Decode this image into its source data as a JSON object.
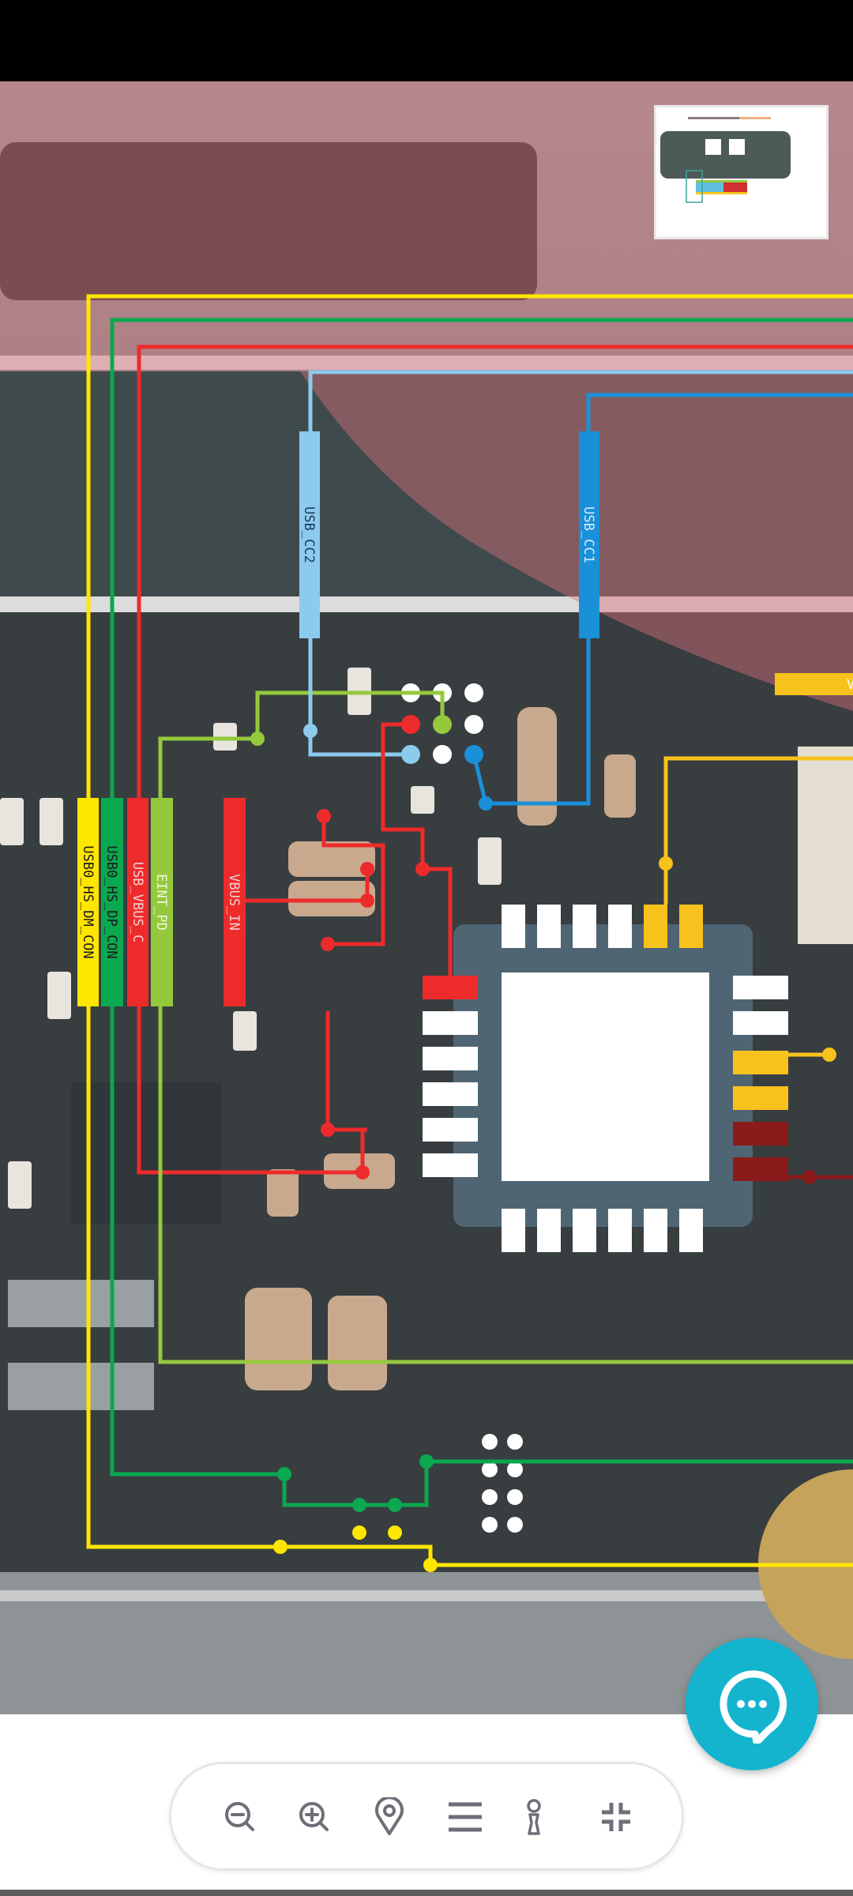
{
  "board": {
    "net_labels": [
      {
        "text": "USB0_HS_DM_CON",
        "color": "#ffe600",
        "text_color": "#1a1a1a"
      },
      {
        "text": "USB0_HS_DP_CON",
        "color": "#0aa84f",
        "text_color": "#1a1a1a"
      },
      {
        "text": "USB_VBUS_C",
        "color": "#ee2b2b",
        "text_color": "#f4d0d0"
      },
      {
        "text": "EINT_PD",
        "color": "#95c93d",
        "text_color": "#eef6dc"
      },
      {
        "text": "VBUS_IN",
        "color": "#ee2b2b",
        "text_color": "#f4d0d0"
      },
      {
        "text": "USB_CC2",
        "color": "#8ccbee",
        "text_color": "#1a3a55"
      },
      {
        "text": "USB_CC1",
        "color": "#1a90d8",
        "text_color": "#d8ecfa"
      },
      {
        "text": "V",
        "color": "#f7c21b",
        "text_color": "#ffffff"
      }
    ],
    "colors": {
      "pcb": "#383d40",
      "metal": "#8b8f92",
      "overlay": "#d9717b",
      "chip": "#4f6573"
    }
  },
  "minimap": {
    "label": "minimap"
  },
  "toolbar": {
    "buttons": [
      {
        "name": "zoom-out",
        "icon": "zoom-out-icon"
      },
      {
        "name": "zoom-in",
        "icon": "zoom-in-icon"
      },
      {
        "name": "locate",
        "icon": "map-pin-icon"
      },
      {
        "name": "menu",
        "icon": "menu-icon"
      },
      {
        "name": "info",
        "icon": "info-icon"
      },
      {
        "name": "collapse",
        "icon": "collapse-icon"
      }
    ],
    "icon_color": "#6e6e78"
  },
  "chat": {
    "icon": "chat-bubble-icon",
    "color": "#14b4cf"
  }
}
